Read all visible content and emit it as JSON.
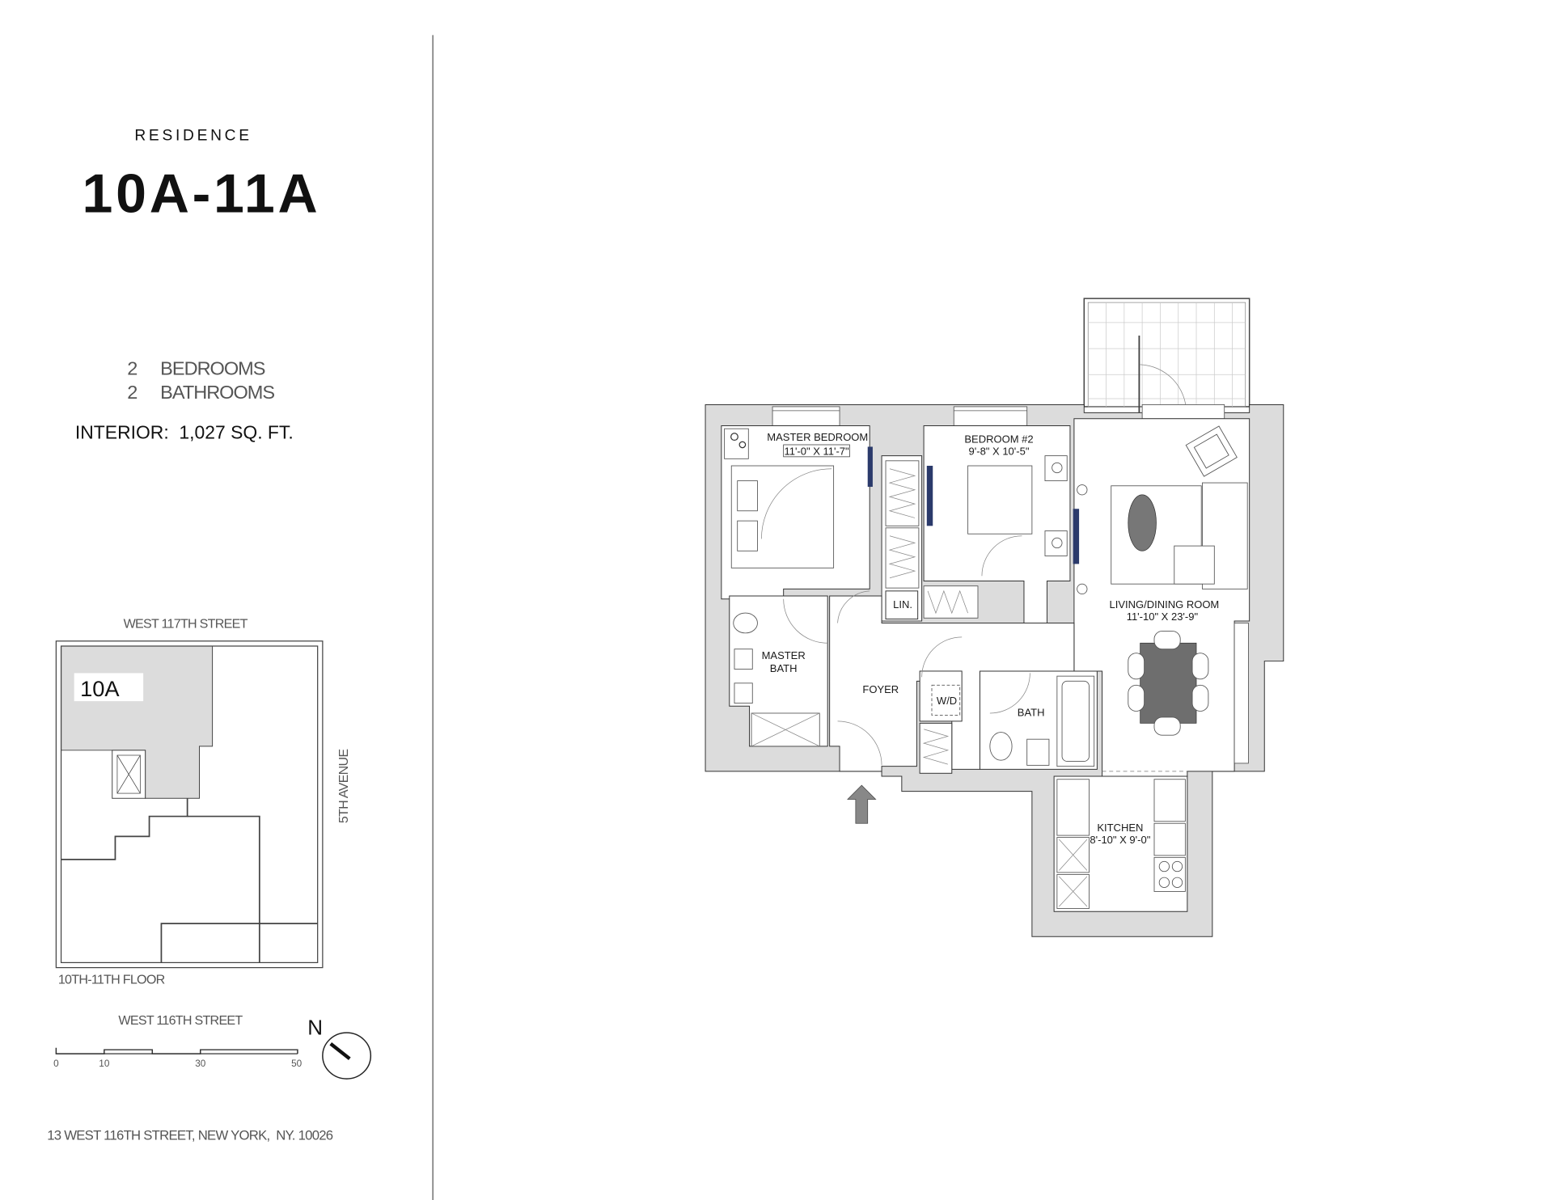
{
  "header": {
    "eyebrow": "RESIDENCE",
    "title": "10A-11A"
  },
  "summary": {
    "bedrooms_count": "2",
    "bedrooms_label": "BEDROOMS",
    "bathrooms_count": "2",
    "bathrooms_label": "BATHROOMS",
    "interior": "INTERIOR:  1,027 SQ. FT."
  },
  "key_plan": {
    "north_street": "WEST 117TH STREET",
    "south_street": "WEST 116TH STREET",
    "east_street": "5TH AVENUE",
    "unit_label": "10A",
    "floor_label": "10TH-11TH FLOOR",
    "scale_ticks": [
      "0",
      "10",
      "30",
      "50"
    ],
    "north_label": "N"
  },
  "address": "13 WEST 116TH STREET, NEW YORK,  NY. 10026",
  "floor_plan": {
    "rooms": {
      "master_bedroom": {
        "name": "MASTER BEDROOM",
        "dims": "11'-0\" X 11'-7\""
      },
      "bedroom_2": {
        "name": "BEDROOM #2",
        "dims": "9'-8\" X 10'-5\""
      },
      "living_dining": {
        "name": "LIVING/DINING ROOM",
        "dims": "11'-10\" X 23'-9\""
      },
      "kitchen": {
        "name": "KITCHEN",
        "dims": "8'-10\" X 9'-0\""
      },
      "master_bath_line1": "MASTER",
      "master_bath_line2": "BATH",
      "foyer": "FOYER",
      "bath": "BATH",
      "linen": "LIN.",
      "washer_dryer": "W/D"
    },
    "colors": {
      "wall": "#dcdcdc",
      "furniture_dark": "#6e6e6e",
      "tv": "#2b3a6b"
    }
  }
}
